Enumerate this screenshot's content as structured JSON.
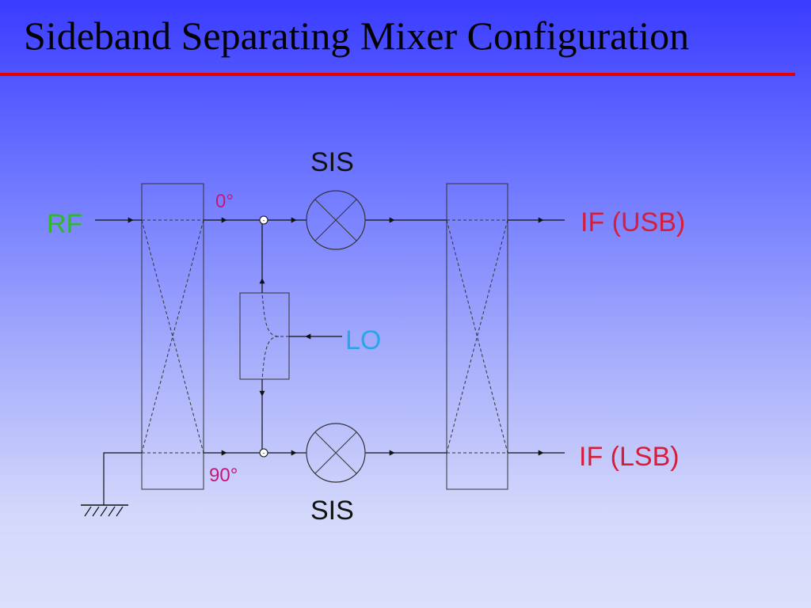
{
  "title": "Sideband Separating Mixer Configuration",
  "labels": {
    "rf": "RF",
    "lo": "LO",
    "if_usb": "IF (USB)",
    "if_lsb": "IF (LSB)",
    "sis_top": "SIS",
    "sis_bottom": "SIS",
    "phase_0": "0°",
    "phase_90": "90°"
  },
  "colors": {
    "rf": "#2fb82f",
    "lo": "#2aa6e8",
    "if": "#d41e3a",
    "phase": "#c2187a",
    "title_rule": "#e80000",
    "line": "#111111"
  }
}
